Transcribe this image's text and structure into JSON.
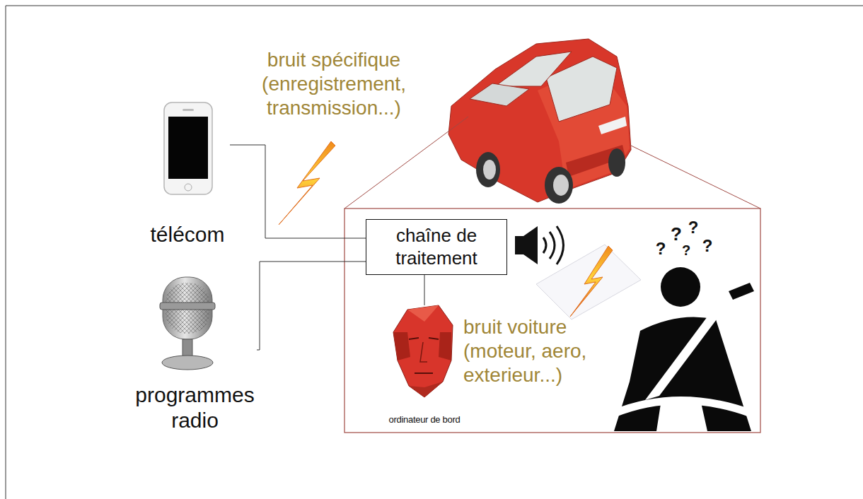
{
  "diagram": {
    "nodes": [
      {
        "text": [
          "télécom"
        ]
      },
      {
        "text": [
          "programmes radio"
        ]
      },
      {
        "text": [
          "chaîne de traitement"
        ]
      },
      {
        "text": [
          "ordinateur de bord"
        ]
      }
    ],
    "edges": [
      {
        "from": 0,
        "to": 2,
        "arrow": "none"
      },
      {
        "from": 1,
        "to": 2,
        "arrow": "none"
      },
      {
        "from": 2,
        "to": 3,
        "arrow": "none"
      }
    ],
    "labels": [
      "bruit spécifique (enregistrement, transmission...)",
      "bruit voiture (moteur, aero, exterieur...)",
      "?",
      "?",
      "?",
      "?",
      "?"
    ]
  }
}
